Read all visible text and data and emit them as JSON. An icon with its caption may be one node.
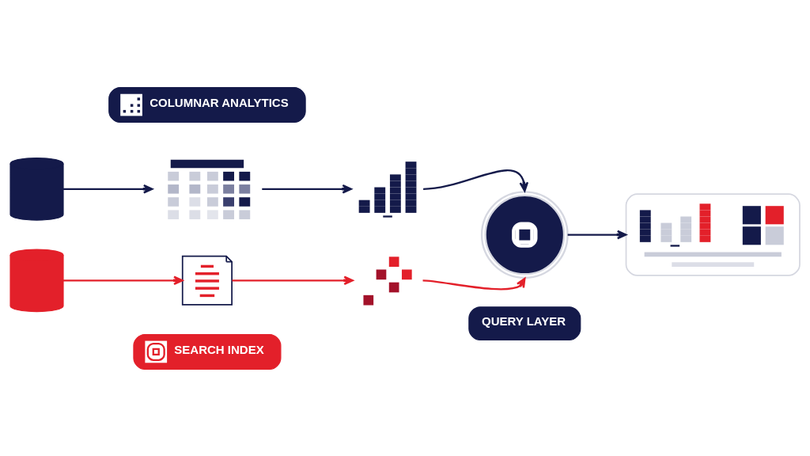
{
  "diagram": {
    "nodes": [
      {
        "text": [],
        "shape": "cylinder"
      },
      {
        "text": [],
        "shape": "picture"
      },
      {
        "text": [],
        "shape": "picture"
      },
      {
        "text": [
          "COLUMNAR ANALYTICS"
        ]
      },
      {
        "text": [],
        "shape": "circle"
      },
      {
        "text": [],
        "shape": "box"
      },
      {
        "text": [],
        "shape": "cylinder"
      },
      {
        "text": [],
        "shape": "picture"
      },
      {
        "text": [],
        "shape": "picture"
      },
      {
        "text": [
          "QUERY LAYER"
        ]
      },
      {
        "text": [
          "SEARCH INDEX"
        ]
      }
    ],
    "edges": [
      {
        "from": 0,
        "to": 1,
        "arrow": "to"
      },
      {
        "from": 1,
        "to": 2,
        "arrow": "to"
      },
      {
        "from": 2,
        "to": 4,
        "arrow": "to"
      },
      {
        "from": 6,
        "to": 7,
        "arrow": "to",
        "color": "#e3202a"
      },
      {
        "from": 7,
        "to": 8,
        "arrow": "to",
        "color": "#e3202a"
      },
      {
        "from": 8,
        "to": 4,
        "arrow": "to",
        "color": "#e3202a"
      },
      {
        "from": 4,
        "to": 5,
        "arrow": "to"
      }
    ]
  }
}
